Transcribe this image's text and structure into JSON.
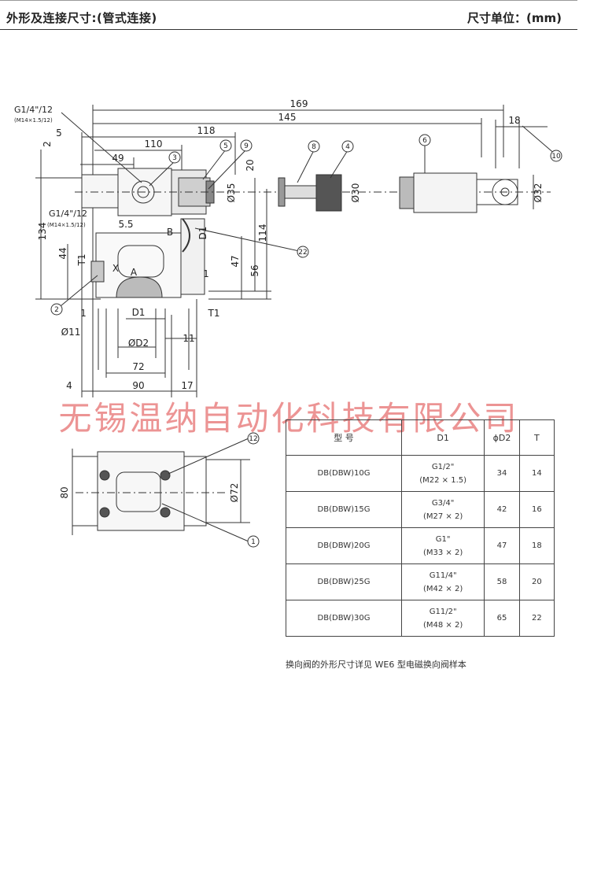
{
  "header": {
    "title": "外形及连接尺寸:(管式连接)",
    "unit": "尺寸单位：(mm)"
  },
  "watermark": "无锡温纳自动化科技有限公司",
  "dims": {
    "d169": "169",
    "d145": "145",
    "d118": "118",
    "d110": "110",
    "d49": "49",
    "d18": "18",
    "d5": "5",
    "d2": "2",
    "d20": "20",
    "d134": "134",
    "d114": "114",
    "d56": "56",
    "d47": "47",
    "d44": "44",
    "d5_5": "5.5",
    "d1": "1",
    "d1b": "1",
    "d11": "11",
    "d72": "72",
    "d90": "90",
    "d17": "17",
    "d4": "4",
    "d80": "80",
    "phi11": "Ø11",
    "phi35": "Ø35",
    "phi30": "Ø30",
    "phi32": "Ø32",
    "phi72": "Ø72",
    "phid2": "ØD2",
    "D1": "D1",
    "D1v": "D1",
    "T1": "T1",
    "T1v": "T1",
    "A": "A",
    "B": "B",
    "X": "X",
    "g14a": "G1/4\"/12",
    "g14a_sub": "(M14×1.5/12)",
    "g14b": "G1/4\"/12",
    "g14b_sub": "(M14×1.5/12)"
  },
  "callouts": [
    "1",
    "2",
    "3",
    "5",
    "9",
    "8",
    "4",
    "6",
    "10",
    "12",
    "22"
  ],
  "table": {
    "headers": [
      "型 号",
      "D1",
      "ϕD2",
      "T"
    ],
    "rows": [
      {
        "model": "DB(DBW)10G",
        "d1_line1": "G1/2\"",
        "d1_line2": "(M22 × 1.5)",
        "d2": "34",
        "t": "14"
      },
      {
        "model": "DB(DBW)15G",
        "d1_line1": "G3/4\"",
        "d1_line2": "(M27 × 2)",
        "d2": "42",
        "t": "16"
      },
      {
        "model": "DB(DBW)20G",
        "d1_line1": "G1\"",
        "d1_line2": "(M33 × 2)",
        "d2": "47",
        "t": "18"
      },
      {
        "model": "DB(DBW)25G",
        "d1_line1": "G11/4\"",
        "d1_line2": "(M42 × 2)",
        "d2": "58",
        "t": "20"
      },
      {
        "model": "DB(DBW)30G",
        "d1_line1": "G11/2\"",
        "d1_line2": "(M48 × 2)",
        "d2": "65",
        "t": "22"
      }
    ]
  },
  "note": "换向阀的外形尺寸详见 WE6 型电磁换向阀样本"
}
